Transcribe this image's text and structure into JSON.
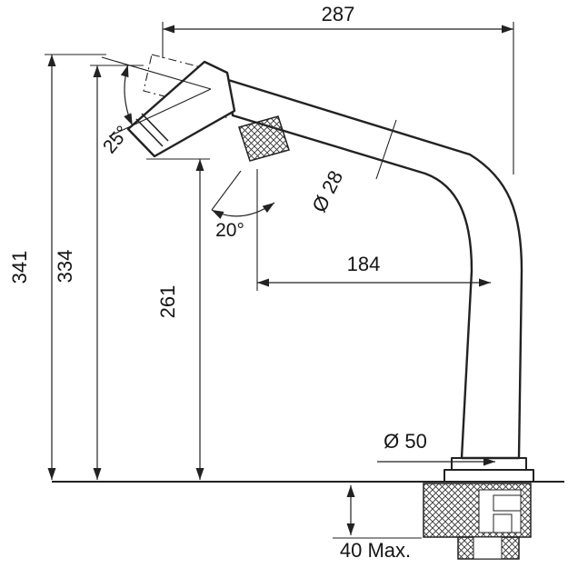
{
  "figure": {
    "type": "technical-dimension-drawing",
    "subject": "single-lever kitchen mixer tap with pull-out spray head, side elevation"
  },
  "diagram": {
    "labels": {
      "width_overall": "287",
      "height_overall": "341",
      "height_spout_top": "334",
      "height_under_spout": "261",
      "reach": "184",
      "spout_diameter": "Ø 28",
      "base_diameter": "Ø 50",
      "counter_thickness": "40 Max.",
      "head_angle": "25°",
      "swivel_angle": "20°"
    }
  }
}
